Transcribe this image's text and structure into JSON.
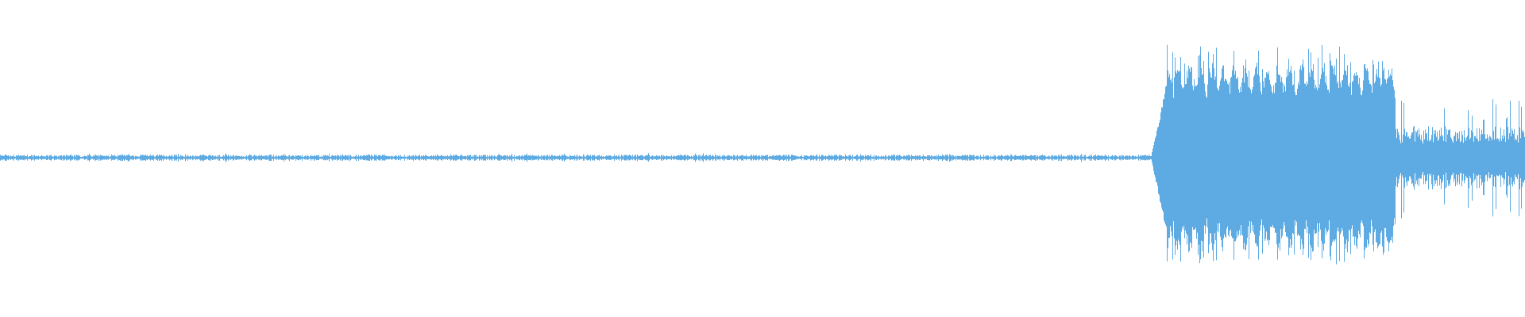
{
  "waveform": {
    "color": "#5dabe2",
    "background": "#ffffff",
    "quiet_amplitude": 0.02,
    "segments": [
      {
        "start": 0.0,
        "end": 0.755,
        "peak": 0.025,
        "label": "quiet"
      },
      {
        "start": 0.755,
        "end": 0.765,
        "peak": 0.3,
        "label": "attack"
      },
      {
        "start": 0.765,
        "end": 0.915,
        "peak": 0.82,
        "label": "loud"
      },
      {
        "start": 0.915,
        "end": 1.0,
        "peak": 0.35,
        "label": "decay"
      }
    ]
  }
}
